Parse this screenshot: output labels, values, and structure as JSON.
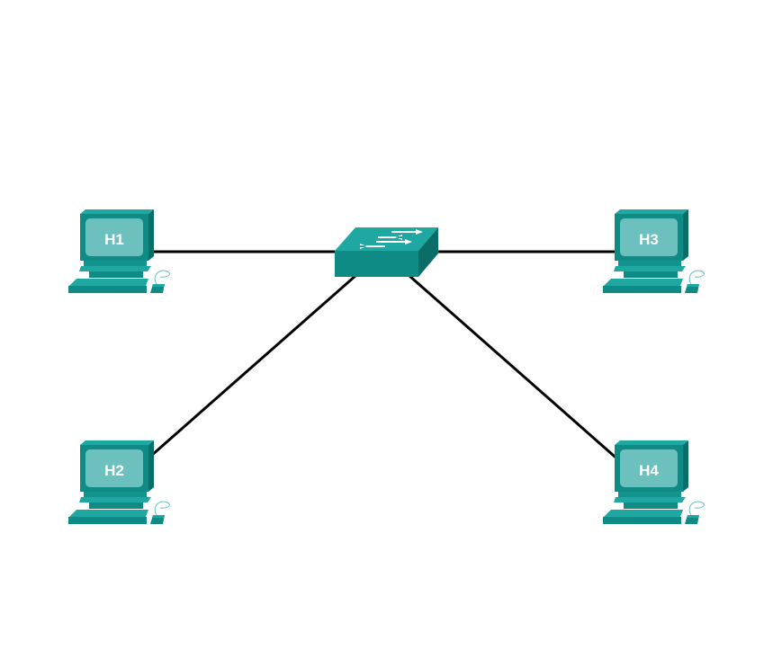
{
  "diagram": {
    "hosts": [
      {
        "id": "H1",
        "label": "H1"
      },
      {
        "id": "H2",
        "label": "H2"
      },
      {
        "id": "H3",
        "label": "H3"
      },
      {
        "id": "H4",
        "label": "H4"
      }
    ],
    "switch": {
      "icon": "switch-icon"
    },
    "links": [
      {
        "from": "H1",
        "to": "switch"
      },
      {
        "from": "H2",
        "to": "switch"
      },
      {
        "from": "H3",
        "to": "switch"
      },
      {
        "from": "H4",
        "to": "switch"
      }
    ],
    "colors": {
      "device_front": "#0e8b85",
      "device_top": "#1fa8a1",
      "device_side": "#0a6d68",
      "screen": "#6cc0bd",
      "link": "#000000"
    }
  }
}
